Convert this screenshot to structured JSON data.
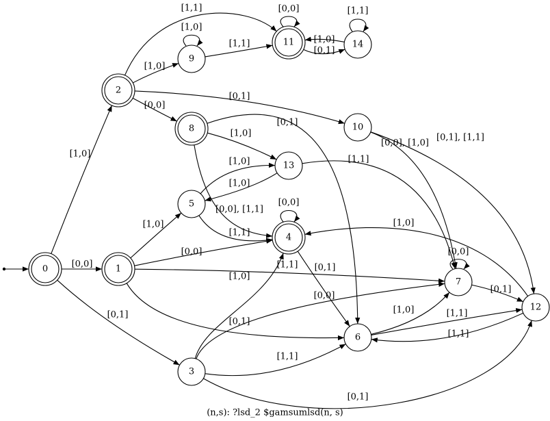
{
  "caption": "(n,s): ?lsd_2 $gamsumlsd(n, s)",
  "initial_state": "0",
  "states": [
    {
      "id": "0",
      "accepting": true
    },
    {
      "id": "1",
      "accepting": true
    },
    {
      "id": "2",
      "accepting": true
    },
    {
      "id": "3",
      "accepting": false
    },
    {
      "id": "4",
      "accepting": true
    },
    {
      "id": "5",
      "accepting": false
    },
    {
      "id": "6",
      "accepting": false
    },
    {
      "id": "7",
      "accepting": false
    },
    {
      "id": "8",
      "accepting": true
    },
    {
      "id": "9",
      "accepting": false
    },
    {
      "id": "10",
      "accepting": false
    },
    {
      "id": "11",
      "accepting": true
    },
    {
      "id": "12",
      "accepting": false
    },
    {
      "id": "13",
      "accepting": false
    },
    {
      "id": "14",
      "accepting": false
    }
  ],
  "transitions": [
    {
      "from": "0",
      "to": "1",
      "label": "[0,0]"
    },
    {
      "from": "0",
      "to": "2",
      "label": "[1,0]"
    },
    {
      "from": "0",
      "to": "3",
      "label": "[0,1]"
    },
    {
      "from": "1",
      "to": "4",
      "label": "[0,0]"
    },
    {
      "from": "1",
      "to": "5",
      "label": "[1,0]"
    },
    {
      "from": "1",
      "to": "6",
      "label": "[0,1]"
    },
    {
      "from": "1",
      "to": "7",
      "label": "[1,1]"
    },
    {
      "from": "2",
      "to": "8",
      "label": "[0,0]"
    },
    {
      "from": "2",
      "to": "9",
      "label": "[1,0]"
    },
    {
      "from": "2",
      "to": "10",
      "label": "[0,1]"
    },
    {
      "from": "2",
      "to": "11",
      "label": "[1,1]"
    },
    {
      "from": "3",
      "to": "4",
      "label": "[1,0]"
    },
    {
      "from": "3",
      "to": "6",
      "label": "[1,1]"
    },
    {
      "from": "3",
      "to": "7",
      "label": "[0,0]"
    },
    {
      "from": "3",
      "to": "12",
      "label": "[0,1]"
    },
    {
      "from": "4",
      "to": "4",
      "label": "[0,0]"
    },
    {
      "from": "4",
      "to": "6",
      "label": "[0,1]"
    },
    {
      "from": "5",
      "to": "4",
      "label": "[1,1]"
    },
    {
      "from": "5",
      "to": "13",
      "label": "[1,0]"
    },
    {
      "from": "6",
      "to": "7",
      "label": "[1,0]"
    },
    {
      "from": "6",
      "to": "12",
      "label": "[1,1]"
    },
    {
      "from": "7",
      "to": "7",
      "label": "[0,0]"
    },
    {
      "from": "7",
      "to": "12",
      "label": "[0,1]"
    },
    {
      "from": "8",
      "to": "4",
      "label": "[0,0], [1,1]"
    },
    {
      "from": "8",
      "to": "6",
      "label": "[0,1]"
    },
    {
      "from": "8",
      "to": "13",
      "label": "[1,0]"
    },
    {
      "from": "9",
      "to": "9",
      "label": "[1,0]"
    },
    {
      "from": "9",
      "to": "11",
      "label": "[1,1]"
    },
    {
      "from": "10",
      "to": "7",
      "label": "[0,0], [1,0]"
    },
    {
      "from": "10",
      "to": "12",
      "label": "[0,1], [1,1]"
    },
    {
      "from": "11",
      "to": "11",
      "label": "[0,0]"
    },
    {
      "from": "11",
      "to": "14",
      "label": "[0,1]"
    },
    {
      "from": "12",
      "to": "4",
      "label": "[1,0]"
    },
    {
      "from": "12",
      "to": "6",
      "label": "[1,1]"
    },
    {
      "from": "13",
      "to": "5",
      "label": "[1,0]"
    },
    {
      "from": "13",
      "to": "7",
      "label": "[1,1]"
    },
    {
      "from": "14",
      "to": "11",
      "label": "[1,0]"
    },
    {
      "from": "14",
      "to": "14",
      "label": "[1,1]"
    }
  ]
}
